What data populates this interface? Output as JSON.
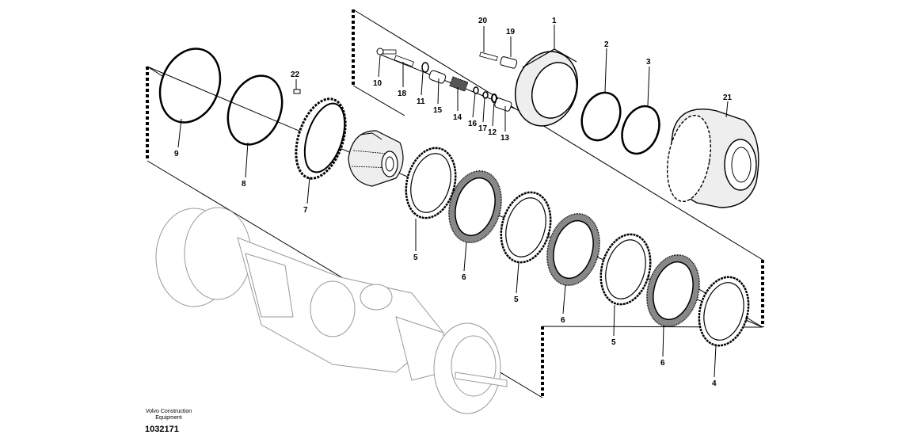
{
  "diagram": {
    "credit_line1": "Volvo Construction",
    "credit_line2": "Equipment",
    "drawing_number": "1032171",
    "callouts": [
      {
        "id": "c9",
        "label": "9"
      },
      {
        "id": "c8",
        "label": "8"
      },
      {
        "id": "c22",
        "label": "22"
      },
      {
        "id": "c7",
        "label": "7"
      },
      {
        "id": "c10",
        "label": "10"
      },
      {
        "id": "c18",
        "label": "18"
      },
      {
        "id": "c11",
        "label": "11"
      },
      {
        "id": "c15",
        "label": "15"
      },
      {
        "id": "c14",
        "label": "14"
      },
      {
        "id": "c16",
        "label": "16"
      },
      {
        "id": "c17",
        "label": "17"
      },
      {
        "id": "c12",
        "label": "12"
      },
      {
        "id": "c13",
        "label": "13"
      },
      {
        "id": "c20",
        "label": "20"
      },
      {
        "id": "c19",
        "label": "19"
      },
      {
        "id": "c1",
        "label": "1"
      },
      {
        "id": "c2",
        "label": "2"
      },
      {
        "id": "c3",
        "label": "3"
      },
      {
        "id": "c21",
        "label": "21"
      },
      {
        "id": "c5a",
        "label": "5"
      },
      {
        "id": "c6a",
        "label": "6"
      },
      {
        "id": "c5b",
        "label": "5"
      },
      {
        "id": "c6b",
        "label": "6"
      },
      {
        "id": "c5c",
        "label": "5"
      },
      {
        "id": "c6c",
        "label": "6"
      },
      {
        "id": "c4",
        "label": "4"
      }
    ]
  }
}
